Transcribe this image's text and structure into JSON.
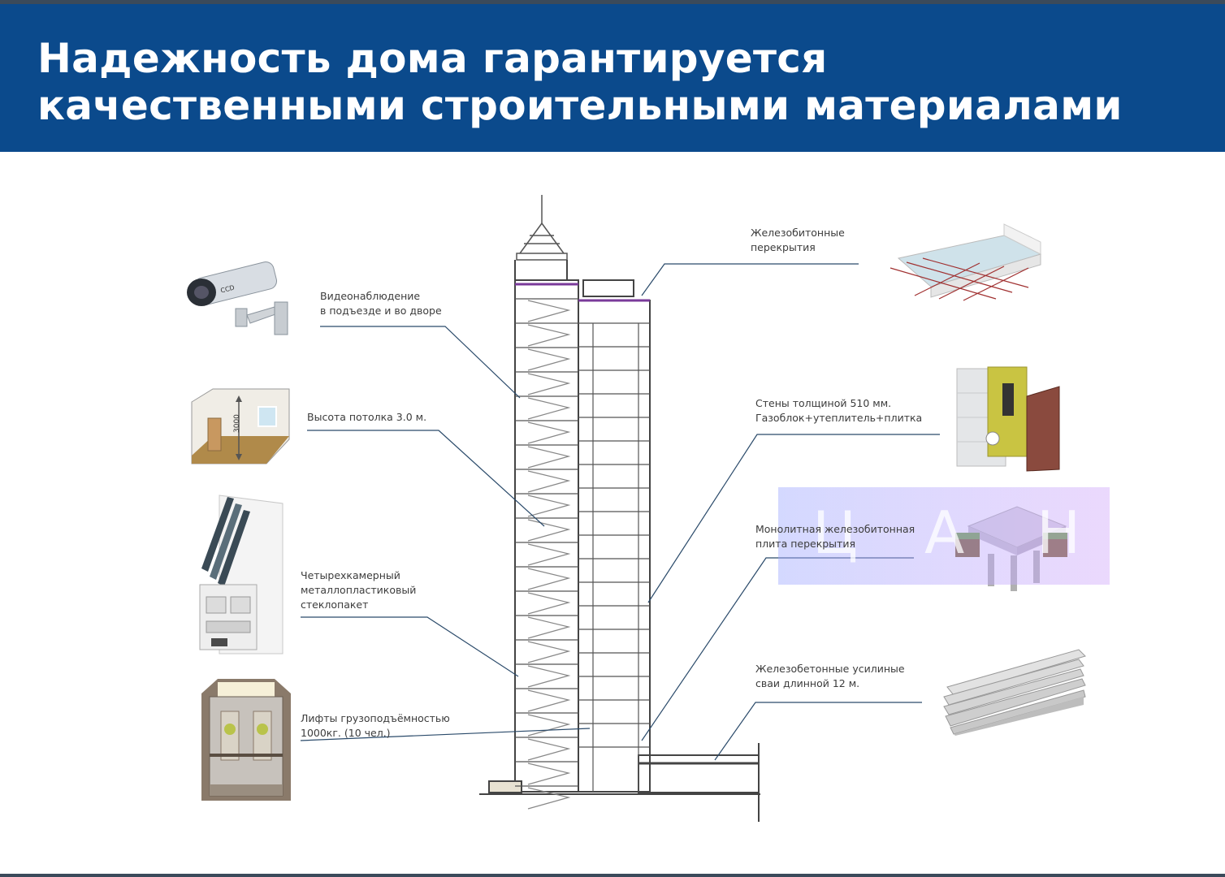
{
  "header": {
    "title_line1": "Надежность дома гарантируется",
    "title_line2": "качественными строительными материалами"
  },
  "labels": {
    "cctv": [
      "Видеонаблюдение",
      "в подъезде и во дворе"
    ],
    "ceiling": [
      "Высота потолка 3.0 м."
    ],
    "window": [
      "Четырехкамерный",
      "металлопластиковый",
      "стеклопакет"
    ],
    "elevator": [
      "Лифты грузоподъёмностью",
      "1000кг. (10 чел.)"
    ],
    "floors": [
      "Железобитонные",
      "перекрытия"
    ],
    "walls": [
      "Стены толщиной 510 мм.",
      "Газоблок+утеплитель+плитка"
    ],
    "slab": [
      "Монолитная железобитонная",
      "плита перекрытия"
    ],
    "piles": [
      "Железобетонные усилиные",
      "сваи длинной 12 м."
    ]
  },
  "room_dimension": "3000",
  "camera_brand": "CCD",
  "watermark": {
    "letters": [
      "Ц",
      "А",
      "Н"
    ]
  },
  "colors": {
    "header_bg": "#0b4a8c",
    "leader_line": "#2a4a6a",
    "logo_tint": "#b4a8ff"
  }
}
